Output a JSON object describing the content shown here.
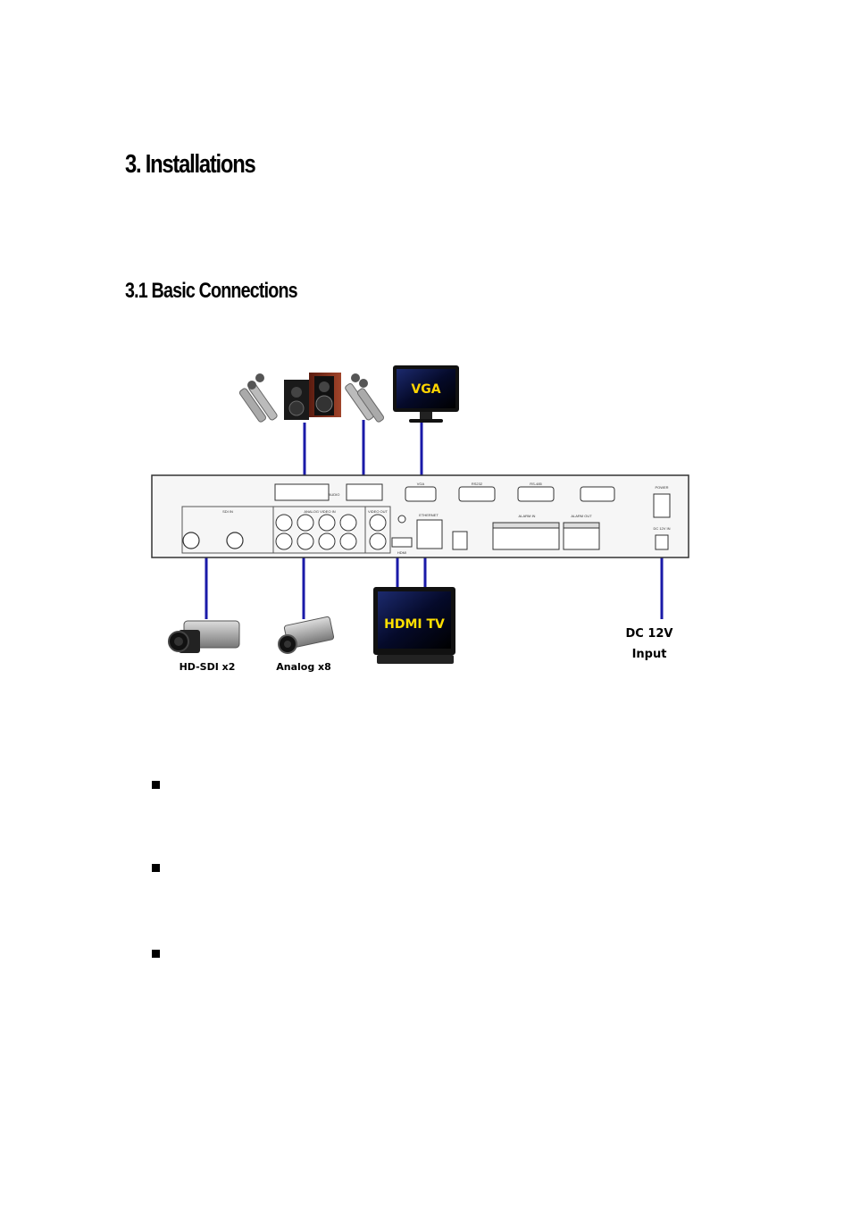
{
  "heading": "3. Installations",
  "subheading": "3.1 Basic Connections",
  "diagram": {
    "vga_label": "VGA",
    "hdmi_label": "HDMI TV",
    "hdsdi_label": "HD-SDI x2",
    "analog_label": "Analog x8",
    "dc_label_line1": "DC 12V",
    "dc_label_line2": "Input",
    "panel": {
      "sdi_in": "SDI IN",
      "analog_video_in": "ANALOG VIDEO IN",
      "video_out": "VIDEO OUT",
      "audio": "AUDIO",
      "vga": "VGA",
      "rs232": "RS232",
      "rs485": "RS-485",
      "ethernet": "ETHERNET",
      "hdmi": "HDMI",
      "alarm_in": "ALARM IN",
      "alarm_out": "ALARM OUT",
      "power": "POWER",
      "dc12v": "DC 12V IN"
    }
  },
  "bullets": [
    "",
    "",
    ""
  ],
  "colors": {
    "connector_line": "#1a1aa8",
    "vga_text": "#ffd400",
    "hdmi_text": "#ffe000"
  }
}
